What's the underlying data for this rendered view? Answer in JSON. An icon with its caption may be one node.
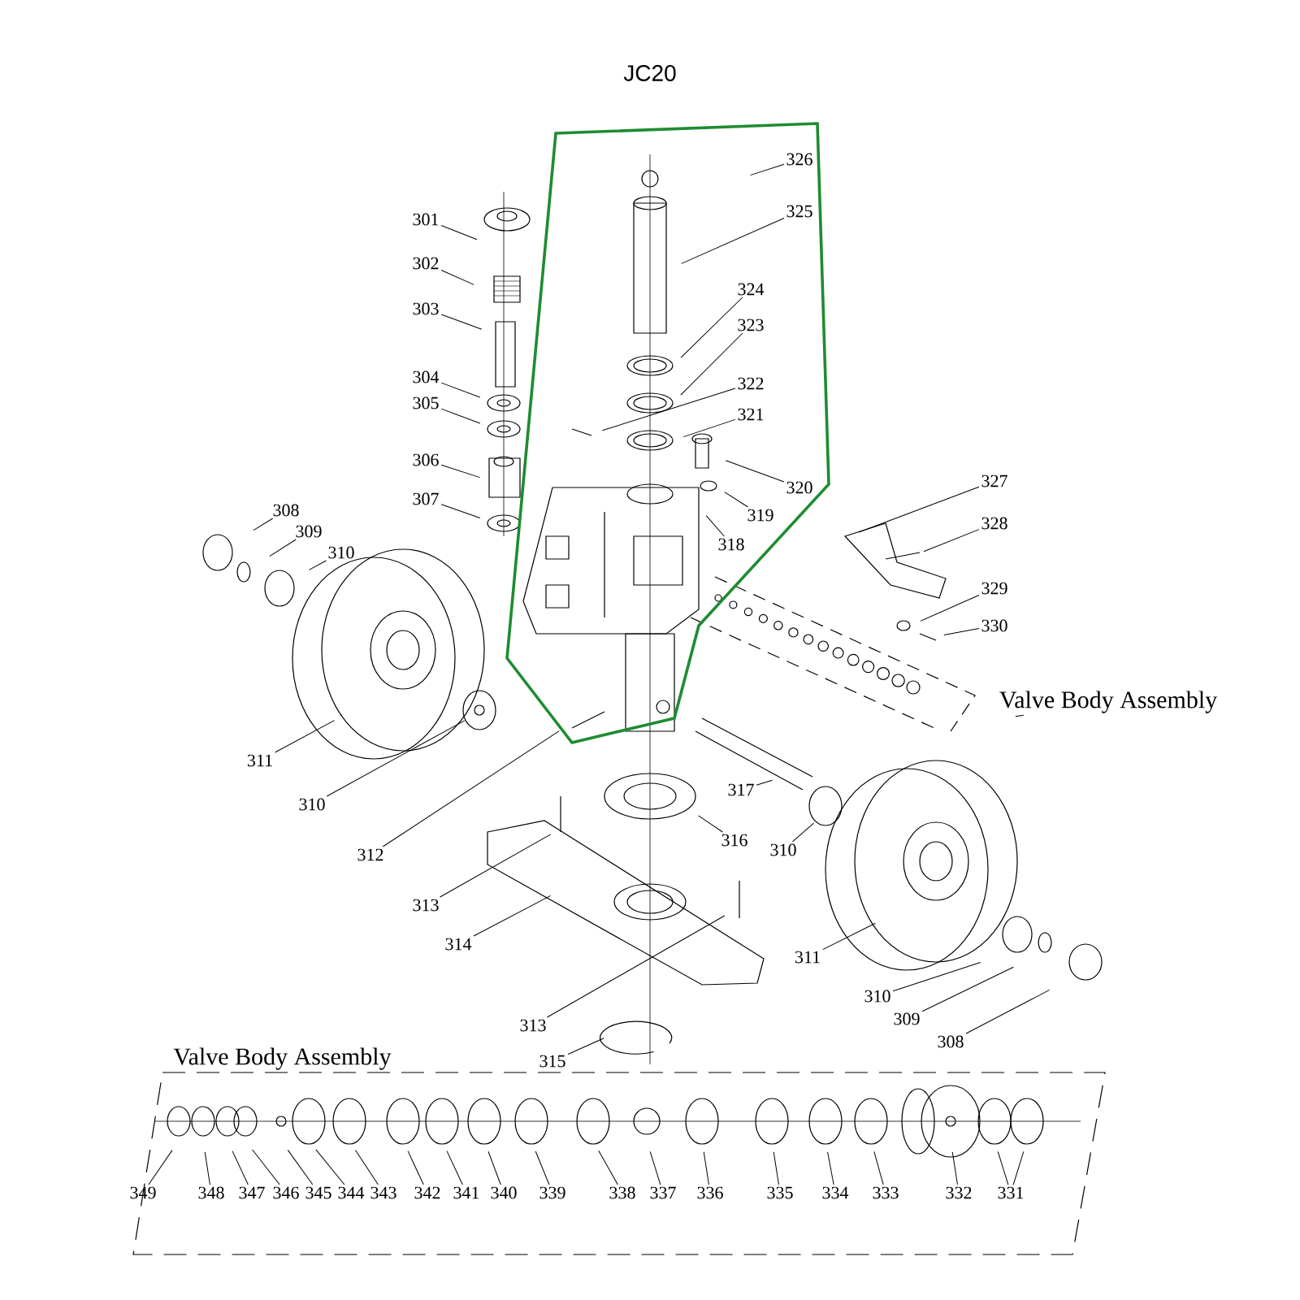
{
  "diagram": {
    "title": "JC20",
    "nodes": [
      {
        "text": [
          "301"
        ]
      },
      {
        "text": [
          "302"
        ]
      },
      {
        "text": [
          "303"
        ]
      },
      {
        "text": [
          "304"
        ]
      },
      {
        "text": [
          "305"
        ]
      },
      {
        "text": [
          "306"
        ]
      },
      {
        "text": [
          "307"
        ]
      },
      {
        "text": [
          "326"
        ]
      },
      {
        "text": [
          "325"
        ]
      },
      {
        "text": [
          "324"
        ]
      },
      {
        "text": [
          "323"
        ]
      },
      {
        "text": [
          "322"
        ]
      },
      {
        "text": [
          "321"
        ]
      },
      {
        "text": [
          "320"
        ]
      },
      {
        "text": [
          "319"
        ]
      },
      {
        "text": [
          "318"
        ]
      },
      {
        "text": [
          "327"
        ]
      },
      {
        "text": [
          "328"
        ]
      },
      {
        "text": [
          "308"
        ]
      },
      {
        "text": [
          "309"
        ]
      },
      {
        "text": [
          "310"
        ]
      },
      {
        "text": [
          "329"
        ]
      },
      {
        "text": [
          "330"
        ]
      },
      {
        "text": [
          "Valve Body Assembly"
        ]
      },
      {
        "text": [
          "311"
        ]
      },
      {
        "text": [
          "310"
        ]
      },
      {
        "text": [
          "317"
        ]
      },
      {
        "text": [
          "316"
        ]
      },
      {
        "text": [
          "310"
        ]
      },
      {
        "text": [
          "312"
        ]
      },
      {
        "text": [
          "313"
        ]
      },
      {
        "text": [
          "314"
        ]
      },
      {
        "text": [
          "311"
        ]
      },
      {
        "text": [
          "310"
        ]
      },
      {
        "text": [
          "313"
        ]
      },
      {
        "text": [
          "309"
        ]
      },
      {
        "text": [
          "308"
        ]
      },
      {
        "text": [
          "315"
        ]
      },
      {
        "text": [
          "349"
        ]
      },
      {
        "text": [
          "348"
        ]
      },
      {
        "text": [
          "347"
        ]
      },
      {
        "text": [
          "346"
        ]
      },
      {
        "text": [
          "345"
        ]
      },
      {
        "text": [
          "344"
        ]
      },
      {
        "text": [
          "343"
        ]
      },
      {
        "text": [
          "342"
        ]
      },
      {
        "text": [
          "341"
        ]
      },
      {
        "text": [
          "340"
        ]
      },
      {
        "text": [
          "339"
        ]
      },
      {
        "text": [
          "338"
        ]
      },
      {
        "text": [
          "337"
        ]
      },
      {
        "text": [
          "336"
        ]
      },
      {
        "text": [
          "335"
        ]
      },
      {
        "text": [
          "334"
        ]
      },
      {
        "text": [
          "333"
        ]
      },
      {
        "text": [
          "332"
        ]
      },
      {
        "text": [
          "331"
        ]
      }
    ],
    "edges": [
      {
        "from": 0,
        "to": null,
        "arrow": "none"
      },
      {
        "from": 1,
        "to": null,
        "arrow": "none"
      },
      {
        "from": 2,
        "to": null,
        "arrow": "none"
      },
      {
        "from": 3,
        "to": null,
        "arrow": "none"
      },
      {
        "from": 4,
        "to": null,
        "arrow": "none"
      },
      {
        "from": 5,
        "to": null,
        "arrow": "none"
      },
      {
        "from": 6,
        "to": null,
        "arrow": "none"
      },
      {
        "from": 7,
        "to": null,
        "arrow": "none"
      },
      {
        "from": 8,
        "to": null,
        "arrow": "none"
      },
      {
        "from": 9,
        "to": null,
        "arrow": "none"
      },
      {
        "from": 10,
        "to": null,
        "arrow": "none"
      },
      {
        "from": 11,
        "to": null,
        "arrow": "none"
      },
      {
        "from": 12,
        "to": null,
        "arrow": "none"
      },
      {
        "from": 13,
        "to": null,
        "arrow": "none"
      },
      {
        "from": 14,
        "to": null,
        "arrow": "none"
      },
      {
        "from": 15,
        "to": null,
        "arrow": "none"
      },
      {
        "from": 16,
        "to": null,
        "arrow": "none"
      },
      {
        "from": 17,
        "to": null,
        "arrow": "none"
      },
      {
        "from": 18,
        "to": null,
        "arrow": "none"
      },
      {
        "from": 19,
        "to": null,
        "arrow": "none"
      },
      {
        "from": 20,
        "to": null,
        "arrow": "none"
      },
      {
        "from": 21,
        "to": null,
        "arrow": "none"
      },
      {
        "from": 22,
        "to": null,
        "arrow": "none"
      },
      {
        "from": 23,
        "to": null,
        "arrow": "none"
      },
      {
        "from": 24,
        "to": null,
        "arrow": "none"
      },
      {
        "from": 25,
        "to": null,
        "arrow": "none"
      },
      {
        "from": 26,
        "to": null,
        "arrow": "none"
      },
      {
        "from": 27,
        "to": null,
        "arrow": "none"
      },
      {
        "from": 28,
        "to": null,
        "arrow": "none"
      },
      {
        "from": 29,
        "to": null,
        "arrow": "none"
      },
      {
        "from": 30,
        "to": null,
        "arrow": "none"
      },
      {
        "from": 31,
        "to": null,
        "arrow": "none"
      },
      {
        "from": 32,
        "to": null,
        "arrow": "none"
      },
      {
        "from": 33,
        "to": null,
        "arrow": "none"
      },
      {
        "from": 34,
        "to": null,
        "arrow": "none"
      },
      {
        "from": 35,
        "to": null,
        "arrow": "none"
      },
      {
        "from": 36,
        "to": null,
        "arrow": "none"
      },
      {
        "from": 37,
        "to": null,
        "arrow": "none"
      },
      {
        "from": 38,
        "to": null,
        "arrow": "none"
      },
      {
        "from": 39,
        "to": null,
        "arrow": "none"
      },
      {
        "from": 40,
        "to": null,
        "arrow": "none"
      },
      {
        "from": 41,
        "to": null,
        "arrow": "none"
      },
      {
        "from": 42,
        "to": null,
        "arrow": "none"
      },
      {
        "from": 43,
        "to": null,
        "arrow": "none"
      },
      {
        "from": 44,
        "to": null,
        "arrow": "none"
      },
      {
        "from": 45,
        "to": null,
        "arrow": "none"
      },
      {
        "from": 46,
        "to": null,
        "arrow": "none"
      },
      {
        "from": 47,
        "to": null,
        "arrow": "none"
      },
      {
        "from": 48,
        "to": null,
        "arrow": "none"
      },
      {
        "from": 49,
        "to": null,
        "arrow": "none"
      },
      {
        "from": 50,
        "to": null,
        "arrow": "none"
      },
      {
        "from": 51,
        "to": null,
        "arrow": "none"
      },
      {
        "from": 52,
        "to": null,
        "arrow": "none"
      },
      {
        "from": 53,
        "to": null,
        "arrow": "none"
      },
      {
        "from": 54,
        "to": null,
        "arrow": "none"
      },
      {
        "from": 55,
        "to": null,
        "arrow": "none"
      },
      {
        "from": 56,
        "to": null,
        "arrow": "none"
      },
      {
        "from": 56,
        "to": null,
        "arrow": "none"
      }
    ],
    "labels": [
      "Valve Body Assembly"
    ]
  }
}
